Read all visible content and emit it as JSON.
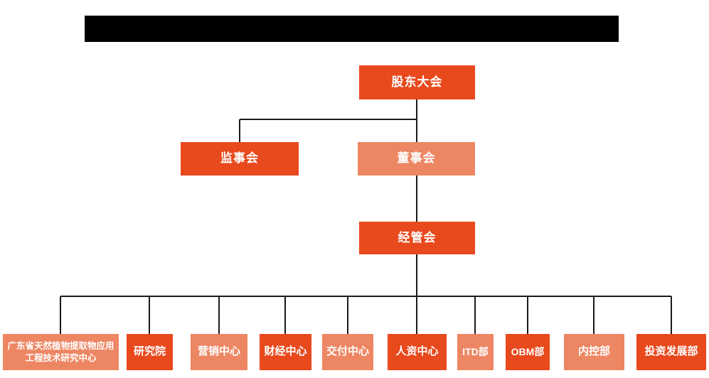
{
  "page": {
    "background": "#FFFFFF",
    "description": "公司组织架构图"
  },
  "colors": {
    "primary": "#E8491D",
    "secondary": "#ED8663",
    "connector": "#1A1A1A",
    "node_text": "#FFFFFF",
    "redaction": "#000000"
  },
  "header": {
    "redacted": true
  },
  "nodes": [
    {
      "id": "shareholders-meeting",
      "label": "股东大会",
      "tone": "primary"
    },
    {
      "id": "supervisory-board",
      "label": "监事会",
      "tone": "primary"
    },
    {
      "id": "board-of-directors",
      "label": "董事会",
      "tone": "secondary"
    },
    {
      "id": "management-committee",
      "label": "经管会",
      "tone": "primary"
    },
    {
      "id": "research-center",
      "label": "广东省天然植物提取物应用工程技术研究中心",
      "tone": "secondary"
    },
    {
      "id": "research-institute",
      "label": "研究院",
      "tone": "primary"
    },
    {
      "id": "marketing-center",
      "label": "营销中心",
      "tone": "secondary"
    },
    {
      "id": "finance-center",
      "label": "财经中心",
      "tone": "primary"
    },
    {
      "id": "delivery-center",
      "label": "交付中心",
      "tone": "secondary"
    },
    {
      "id": "hr-center",
      "label": "人资中心",
      "tone": "primary"
    },
    {
      "id": "itd-dept",
      "label": "ITD部",
      "tone": "secondary"
    },
    {
      "id": "obm-dept",
      "label": "OBM部",
      "tone": "primary"
    },
    {
      "id": "internal-control-dept",
      "label": "内控部",
      "tone": "secondary"
    },
    {
      "id": "investment-development-dept",
      "label": "投资发展部",
      "tone": "primary"
    }
  ],
  "hierarchy": {
    "root": "股东大会",
    "edges": [
      {
        "from": "股东大会",
        "to": "监事会"
      },
      {
        "from": "股东大会",
        "to": "董事会"
      },
      {
        "from": "董事会",
        "to": "经管会"
      },
      {
        "from": "经管会",
        "to": "广东省天然植物提取物应用工程技术研究中心"
      },
      {
        "from": "经管会",
        "to": "研究院"
      },
      {
        "from": "经管会",
        "to": "营销中心"
      },
      {
        "from": "经管会",
        "to": "财经中心"
      },
      {
        "from": "经管会",
        "to": "交付中心"
      },
      {
        "from": "经管会",
        "to": "人资中心"
      },
      {
        "from": "经管会",
        "to": "ITD部"
      },
      {
        "from": "经管会",
        "to": "OBM部"
      },
      {
        "from": "经管会",
        "to": "内控部"
      },
      {
        "from": "经管会",
        "to": "投资发展部"
      }
    ]
  }
}
